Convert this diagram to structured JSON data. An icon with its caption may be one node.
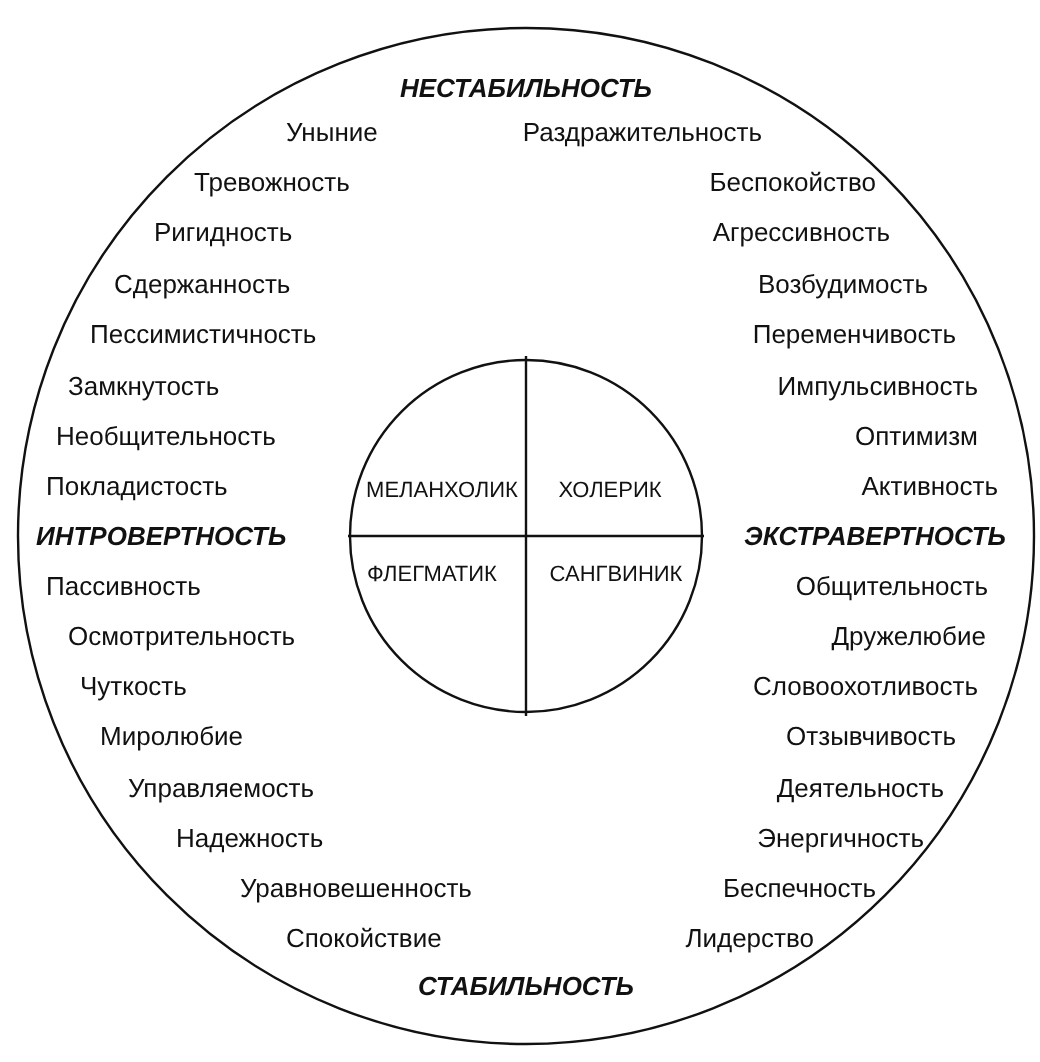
{
  "diagram": {
    "labels": [
      "НЕСТАБИЛЬНОСТЬ",
      "Уныние",
      "Раздражительность",
      "Тревожность",
      "Беспокойство",
      "Ригидность",
      "Агрессивность",
      "Сдержанность",
      "Возбудимость",
      "Пессимистичность",
      "Переменчивость",
      "Замкнутость",
      "Импульсивность",
      "Необщительность",
      "Оптимизм",
      "Покладистость",
      "МЕЛАНХОЛИК",
      "ХОЛЕРИК",
      "Активность",
      "ИНТРОВЕРТНОСТЬ",
      "ЭКСТРАВЕРТНОСТЬ",
      "Пассивность",
      "ФЛЕГМАТИК",
      "САНГВИНИК",
      "Общительность",
      "Осмотрительность",
      "Дружелюбие",
      "Чуткость",
      "Словоохотливость",
      "Миролюбие",
      "Отзывчивость",
      "Управляемость",
      "Деятельность",
      "Надежность",
      "Энергичность",
      "Уравновешенность",
      "Беспечность",
      "Спокойствие",
      "Лидерство",
      "СТАБИЛЬНОСТЬ"
    ]
  }
}
